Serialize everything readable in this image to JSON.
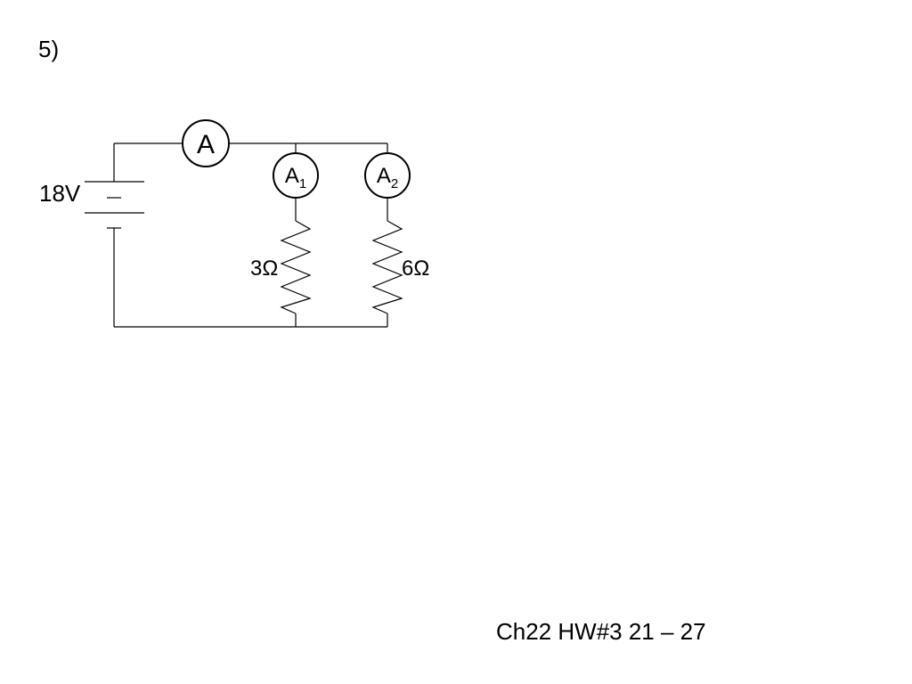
{
  "problem_number": "5)",
  "footer": "Ch22 HW#3 21 – 27",
  "circuit": {
    "battery": {
      "voltage_label": "18V"
    },
    "ammeters": [
      {
        "label": "A",
        "subscript": ""
      },
      {
        "label": "A",
        "subscript": "1"
      },
      {
        "label": "A",
        "subscript": "2"
      }
    ],
    "resistors": [
      {
        "label": "3Ω"
      },
      {
        "label": "6Ω"
      }
    ]
  }
}
